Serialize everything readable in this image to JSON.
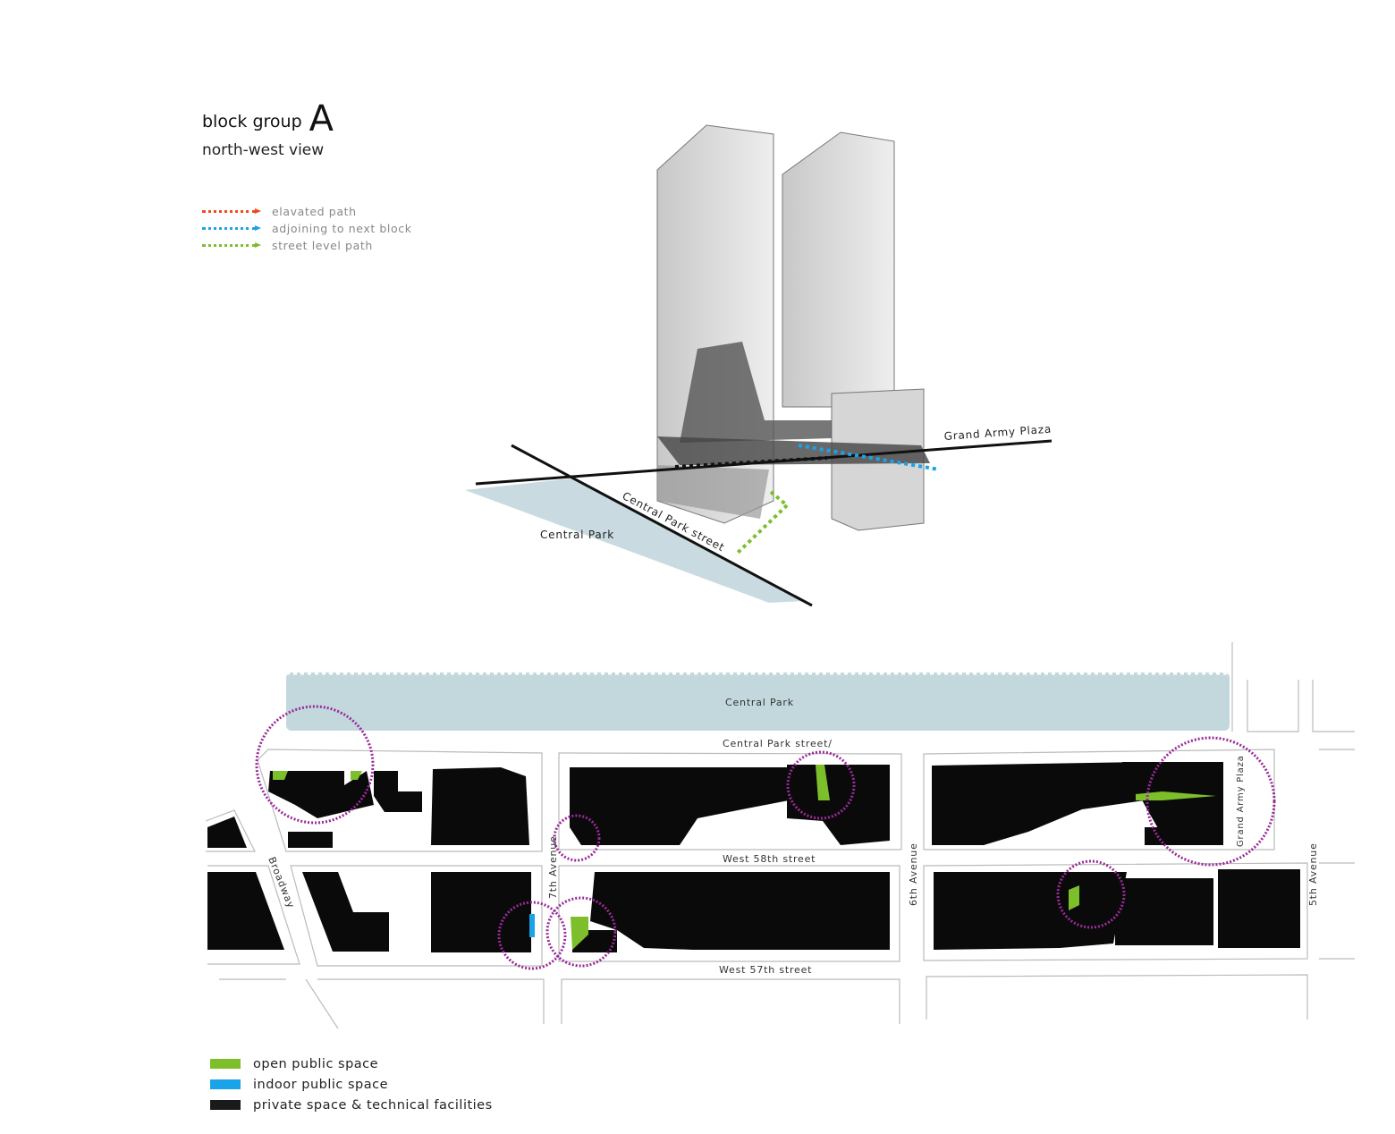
{
  "header": {
    "title": "block group",
    "title_letter": "A",
    "subtitle": "north-west view"
  },
  "path_legend": [
    {
      "label": "elavated path",
      "color": "#f04a1c"
    },
    {
      "label": "adjoining to next block",
      "color": "#1aa3e8"
    },
    {
      "label": "street level path",
      "color": "#7cbf2a"
    }
  ],
  "axon_labels": {
    "grand_army_plaza": "Grand Army Plaza",
    "central_park_street": "Central Park street",
    "central_park": "Central Park"
  },
  "map_labels": {
    "central_park": "Central Park",
    "central_park_street": "Central Park street/",
    "grand_army_plaza": "Grand Army Plaza",
    "west_58th": "West 58th street",
    "west_57th": "West 57th street",
    "seventh_avenue": "7th Avenue",
    "sixth_avenue": "6th Avenue",
    "fifth_avenue": "5th Avenue",
    "broadway": "Broadway"
  },
  "space_legend": [
    {
      "label": "open public space",
      "color": "#7cbf2a"
    },
    {
      "label": "indoor public space",
      "color": "#1aa3e8"
    },
    {
      "label": "private space & technical facilities",
      "color": "#1a1a1a"
    }
  ]
}
